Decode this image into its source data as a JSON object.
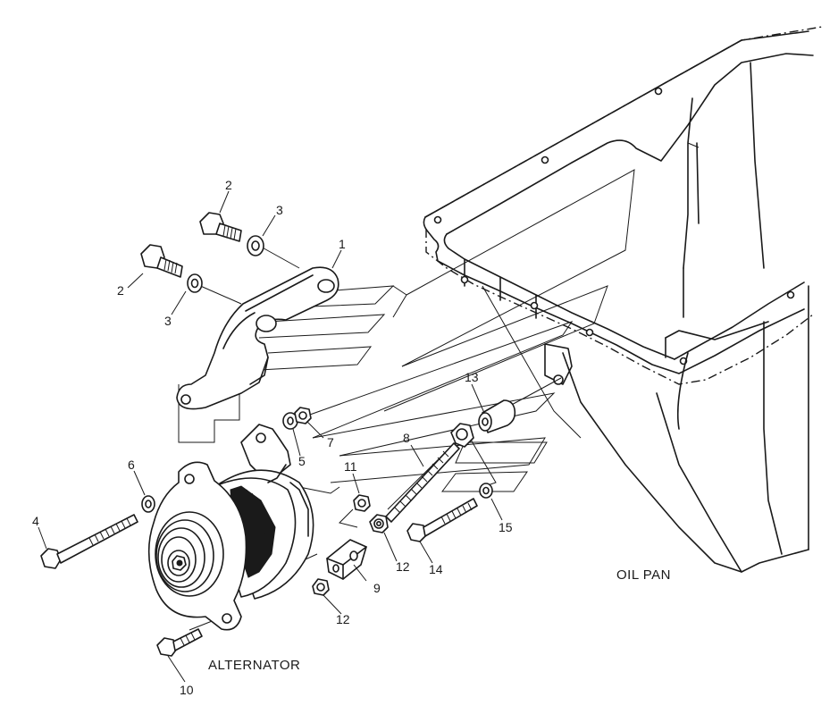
{
  "labels": {
    "oil_pan": "OIL PAN",
    "alternator": "ALTERNATOR"
  },
  "callouts": [
    {
      "id": "c1",
      "text": "1"
    },
    {
      "id": "c2a",
      "text": "2"
    },
    {
      "id": "c2b",
      "text": "2"
    },
    {
      "id": "c3a",
      "text": "3"
    },
    {
      "id": "c3b",
      "text": "3"
    },
    {
      "id": "c4",
      "text": "4"
    },
    {
      "id": "c5",
      "text": "5"
    },
    {
      "id": "c6",
      "text": "6"
    },
    {
      "id": "c7",
      "text": "7"
    },
    {
      "id": "c8",
      "text": "8"
    },
    {
      "id": "c9",
      "text": "9"
    },
    {
      "id": "c10",
      "text": "10"
    },
    {
      "id": "c11",
      "text": "11"
    },
    {
      "id": "c12a",
      "text": "12"
    },
    {
      "id": "c12b",
      "text": "12"
    },
    {
      "id": "c13",
      "text": "13"
    },
    {
      "id": "c14",
      "text": "14"
    },
    {
      "id": "c15",
      "text": "15"
    }
  ],
  "colors": {
    "ink": "#1a1a1a",
    "paper": "#ffffff"
  }
}
